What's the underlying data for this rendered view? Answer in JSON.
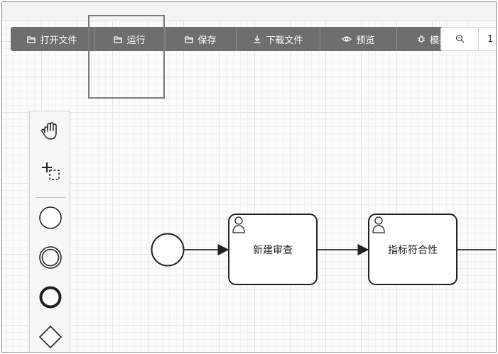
{
  "toolbar": {
    "buttons": [
      {
        "label": "打开文件",
        "icon": "folder-icon"
      },
      {
        "label": "运行",
        "icon": "folder-icon"
      },
      {
        "label": "保存",
        "icon": "folder-icon"
      },
      {
        "label": "下载文件",
        "icon": "download-icon"
      },
      {
        "label": "预览",
        "icon": "eye-icon"
      },
      {
        "label": "模拟",
        "icon": "bug-icon"
      }
    ],
    "zoom": {
      "icon": "zoom-out-icon",
      "level_visible": "1"
    }
  },
  "palette": {
    "tools": [
      {
        "name": "hand-tool",
        "icon": "hand-icon"
      },
      {
        "name": "lasso-tool",
        "icon": "lasso-icon"
      },
      {
        "name": "start-event",
        "icon": "circle-icon"
      },
      {
        "name": "intermediate-event",
        "icon": "double-circle-icon"
      },
      {
        "name": "end-event",
        "icon": "bold-circle-icon"
      },
      {
        "name": "gateway",
        "icon": "diamond-icon"
      }
    ]
  },
  "diagram": {
    "elements": [
      {
        "type": "start-event"
      },
      {
        "type": "user-task",
        "label": "新建审查",
        "icon": "user-icon"
      },
      {
        "type": "user-task",
        "label": "指标符合性",
        "icon": "user-icon"
      }
    ]
  },
  "colors": {
    "toolbar_bg": "#6e6e6e",
    "toolbar_text": "#ffffff",
    "grid_line": "#e4e4e4",
    "stroke": "#222222"
  }
}
